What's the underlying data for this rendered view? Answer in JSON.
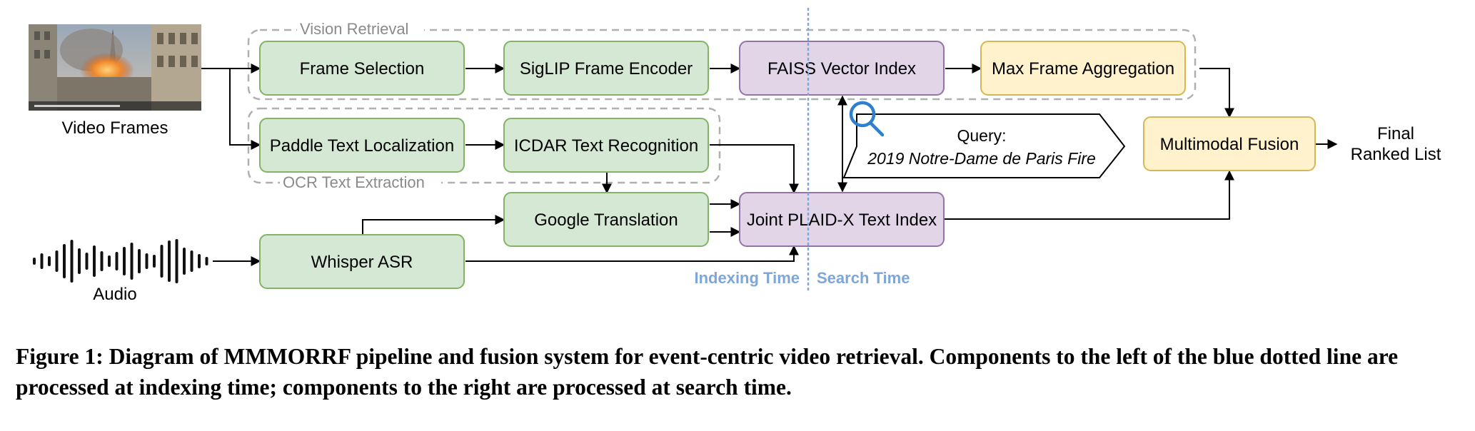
{
  "inputs": {
    "video_label": "Video Frames",
    "audio_label": "Audio"
  },
  "groups": {
    "vision": "Vision Retrieval",
    "ocr": "OCR Text Extraction"
  },
  "nodes": {
    "frame_selection": "Frame Selection",
    "siglip": "SigLIP Frame Encoder",
    "faiss": "FAISS Vector Index",
    "max_frame": "Max Frame Aggregation",
    "paddle": "Paddle Text Localization",
    "icdar": "ICDAR Text Recognition",
    "google": "Google Translation",
    "whisper": "Whisper ASR",
    "plaid": "Joint PLAID-X Text Index",
    "fusion": "Multimodal Fusion"
  },
  "output": {
    "line1": "Final",
    "line2": "Ranked List"
  },
  "query": {
    "title": "Query:",
    "text": "2019 Notre-Dame de Paris Fire"
  },
  "time_labels": {
    "indexing": "Indexing Time",
    "search": "Search Time"
  },
  "caption": "Figure 1: Diagram of MMMORRF pipeline and fusion system for event-centric video retrieval. Components to the left of the blue dotted line are processed at indexing time; components to the right are processed at search time.",
  "colors": {
    "green_fill": "#d5e8d4",
    "green_stroke": "#82b366",
    "purple_fill": "#e1d5e7",
    "purple_stroke": "#9673a6",
    "yellow_fill": "#fff2cc",
    "yellow_stroke": "#d6b656",
    "divider": "#7ea6d8",
    "query_icon": "#2f7fd0"
  },
  "icons": {
    "query": "magnifier-icon",
    "video": "video-thumbnail",
    "audio": "audio-waveform-icon"
  }
}
